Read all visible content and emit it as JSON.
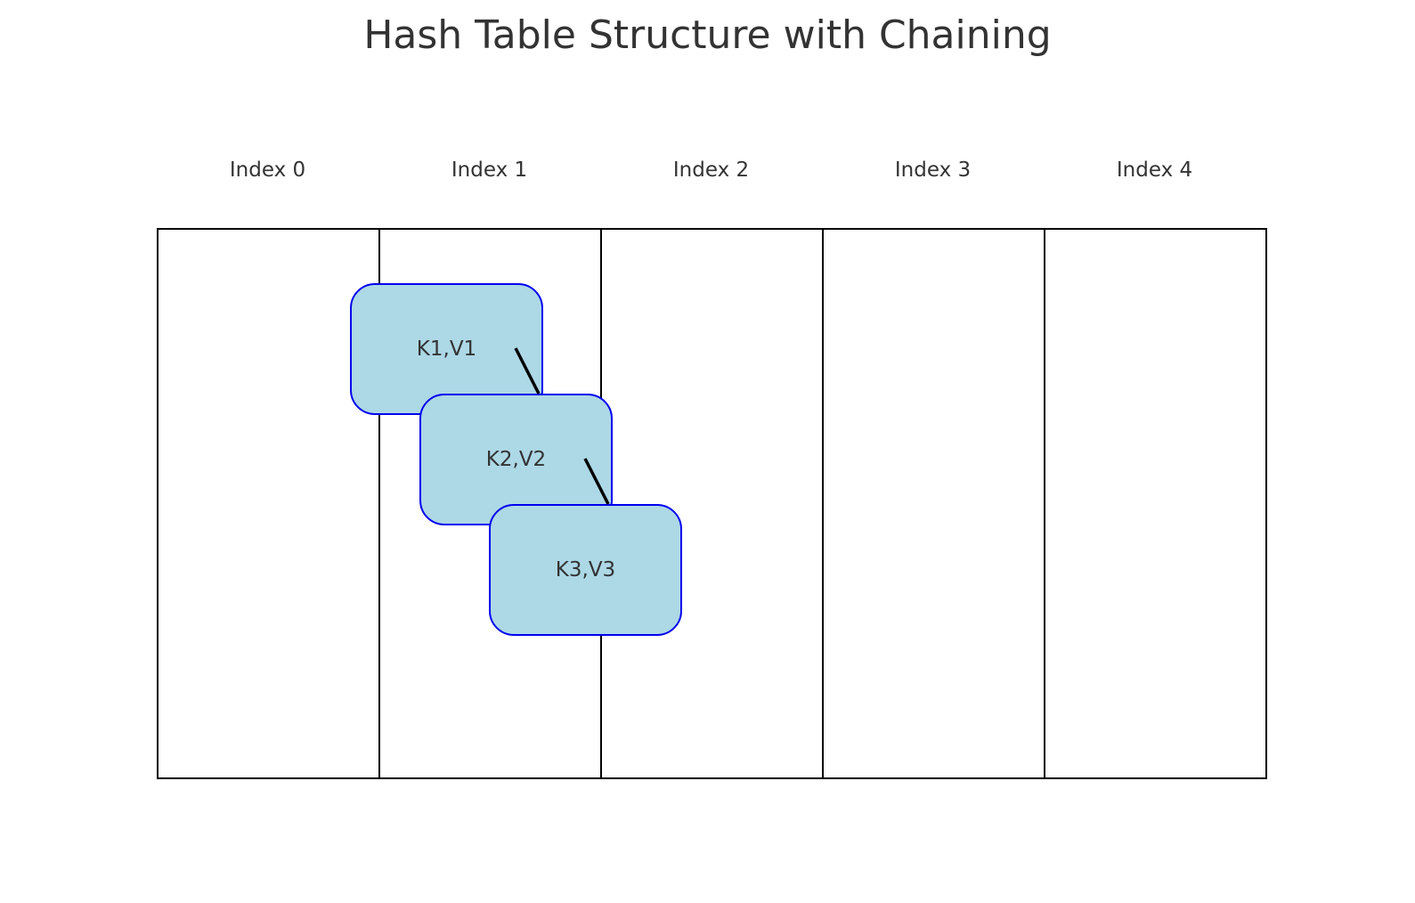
{
  "title": "Hash Table Structure with Chaining",
  "indices": [
    "Index 0",
    "Index 1",
    "Index 2",
    "Index 3",
    "Index 4"
  ],
  "chain": {
    "bucket": "Index 1",
    "nodes": [
      "K1,V1",
      "K2,V2",
      "K3,V3"
    ]
  },
  "colors": {
    "node_fill": "#add8e6",
    "node_border": "#0000ee",
    "bucket_border": "#000000",
    "text": "#333333"
  }
}
